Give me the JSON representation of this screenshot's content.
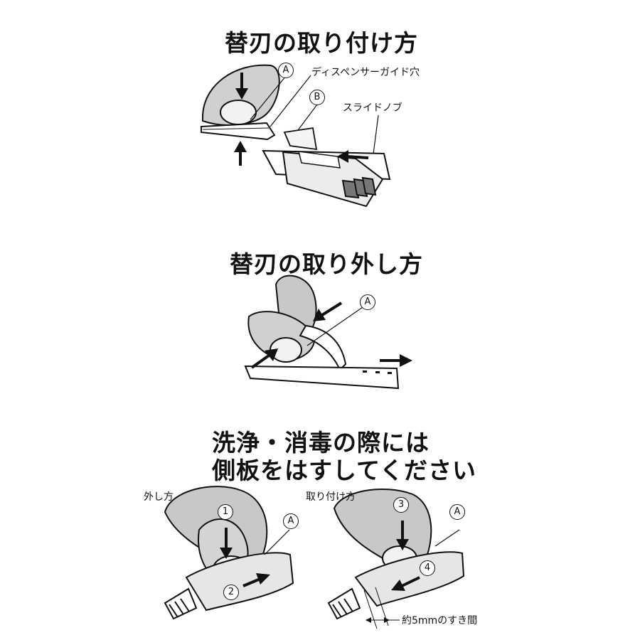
{
  "sections": {
    "attach": {
      "title": "替刃の取り付け方",
      "callouts": {
        "a": "A",
        "b": "B",
        "dispenser_hole": "ディスペンサーガイド穴",
        "slide_knob": "スライドノブ"
      }
    },
    "remove": {
      "title": "替刃の取り外し方",
      "callouts": {
        "a": "A"
      }
    },
    "cleaning": {
      "title_line1": "洗浄・消毒の際には",
      "title_line2": "側板をはすしてください",
      "remove_panel": {
        "label": "外し方",
        "step1": "1",
        "step2": "2",
        "a": "A"
      },
      "attach_panel": {
        "label": "取り付け方",
        "step3": "3",
        "step4": "4",
        "a": "A",
        "gap_note": "約5mmのすき間"
      }
    }
  },
  "colors": {
    "ink": "#111111",
    "shade": "#c8c8c8",
    "background": "#ffffff"
  }
}
